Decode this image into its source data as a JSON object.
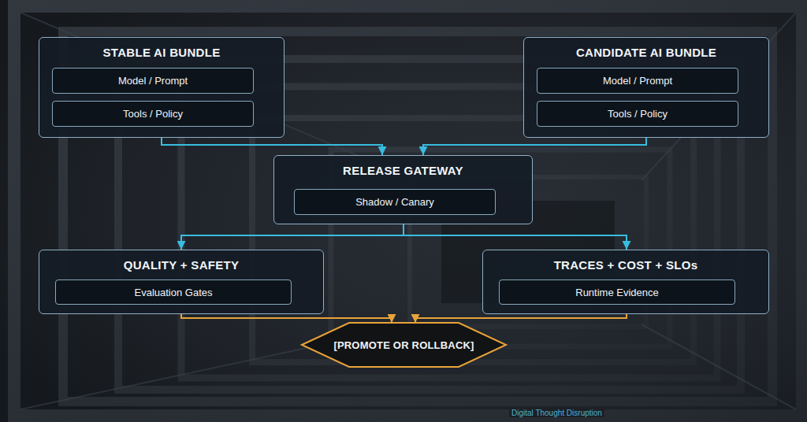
{
  "diagram": {
    "nodes": [
      {
        "text": [
          "STABLE AI BUNDLE"
        ]
      },
      {
        "text": [
          "Model / Prompt"
        ],
        "in": 0
      },
      {
        "text": [
          "Tools / Policy"
        ],
        "in": 0
      },
      {
        "text": [
          "CANDIDATE AI BUNDLE"
        ]
      },
      {
        "text": [
          "Model / Prompt"
        ],
        "in": 3
      },
      {
        "text": [
          "Tools / Policy"
        ],
        "in": 3
      },
      {
        "text": [
          "RELEASE GATEWAY"
        ]
      },
      {
        "text": [
          "Shadow / Canary"
        ],
        "in": 6
      },
      {
        "text": [
          "QUALITY + SAFETY"
        ]
      },
      {
        "text": [
          "Evaluation Gates"
        ],
        "in": 8
      },
      {
        "text": [
          "TRACES + COST + SLOs"
        ]
      },
      {
        "text": [
          "Runtime Evidence"
        ],
        "in": 10
      },
      {
        "text": [
          "[PROMOTE OR ROLLBACK]"
        ]
      }
    ],
    "edges": [
      {
        "from": 0,
        "to": 6,
        "arrow": "to"
      },
      {
        "from": 3,
        "to": 6,
        "arrow": "to"
      },
      {
        "from": 6,
        "to": 8,
        "arrow": "to"
      },
      {
        "from": 6,
        "to": 10,
        "arrow": "to"
      },
      {
        "from": 8,
        "to": 12,
        "arrow": "to"
      },
      {
        "from": 10,
        "to": 12,
        "arrow": "to"
      }
    ],
    "labels": [
      "Digital Thought Disruption"
    ]
  }
}
